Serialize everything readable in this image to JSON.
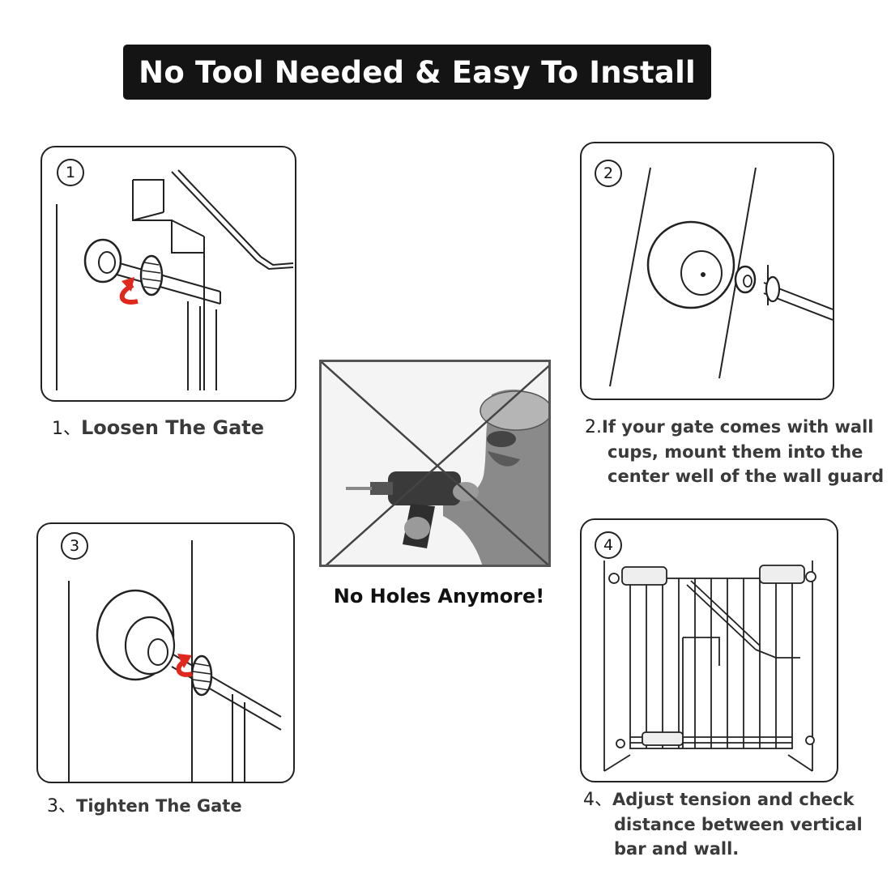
{
  "title": "No Tool Needed & Easy To Install",
  "steps": [
    {
      "badge": "1",
      "number": "1、",
      "text": "Loosen The Gate"
    },
    {
      "badge": "2",
      "number": "2.",
      "lines": [
        "If your gate comes with wall",
        "cups, mount them into the",
        "center well of the wall guard"
      ]
    },
    {
      "badge": "3",
      "number": "3、",
      "text": "Tighten The Gate"
    },
    {
      "badge": "4",
      "number": "4、",
      "lines": [
        "Adjust tension and check",
        "distance between vertical",
        "bar and wall."
      ]
    }
  ],
  "center": {
    "label": "No Holes Anymore!"
  },
  "colors": {
    "title_bg": "#141414",
    "arrow_red": "#e0281c",
    "line": "#222222"
  },
  "icons": [
    "rotate-arrow-icon",
    "wall-cup-icon",
    "drill-icon",
    "cross-mark-icon"
  ]
}
